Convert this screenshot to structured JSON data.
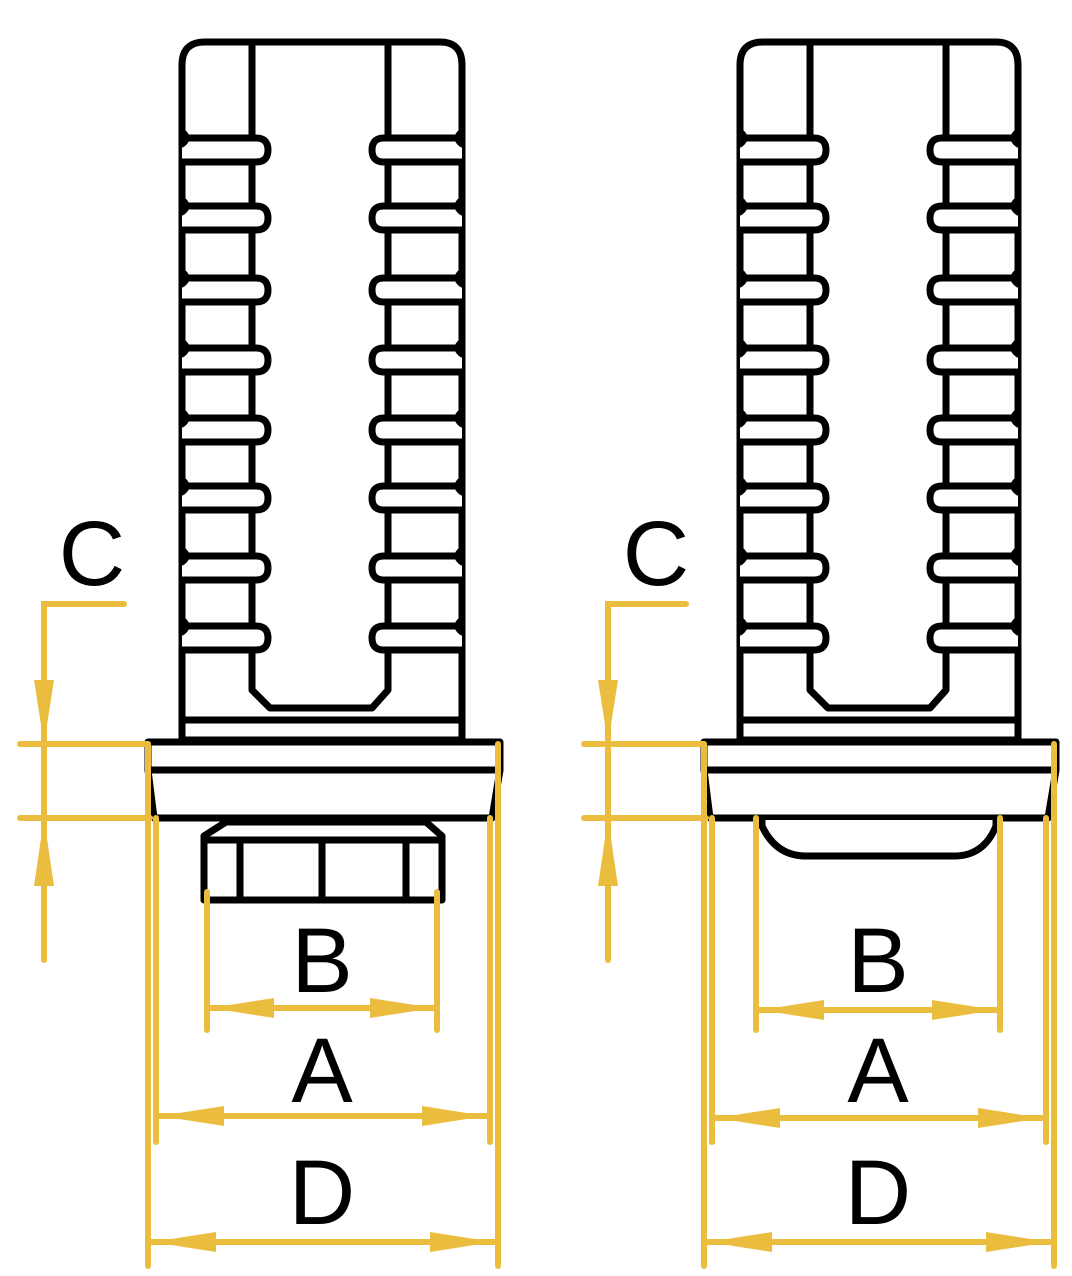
{
  "colors": {
    "outline": "#000000",
    "dimension": "#ebbd3f",
    "background": "#ffffff"
  },
  "views": [
    {
      "id": "left",
      "labels": {
        "c": "C",
        "b": "B",
        "a": "A",
        "d": "D"
      }
    },
    {
      "id": "right",
      "labels": {
        "c": "C",
        "b": "B",
        "a": "A",
        "d": "D"
      }
    }
  ]
}
